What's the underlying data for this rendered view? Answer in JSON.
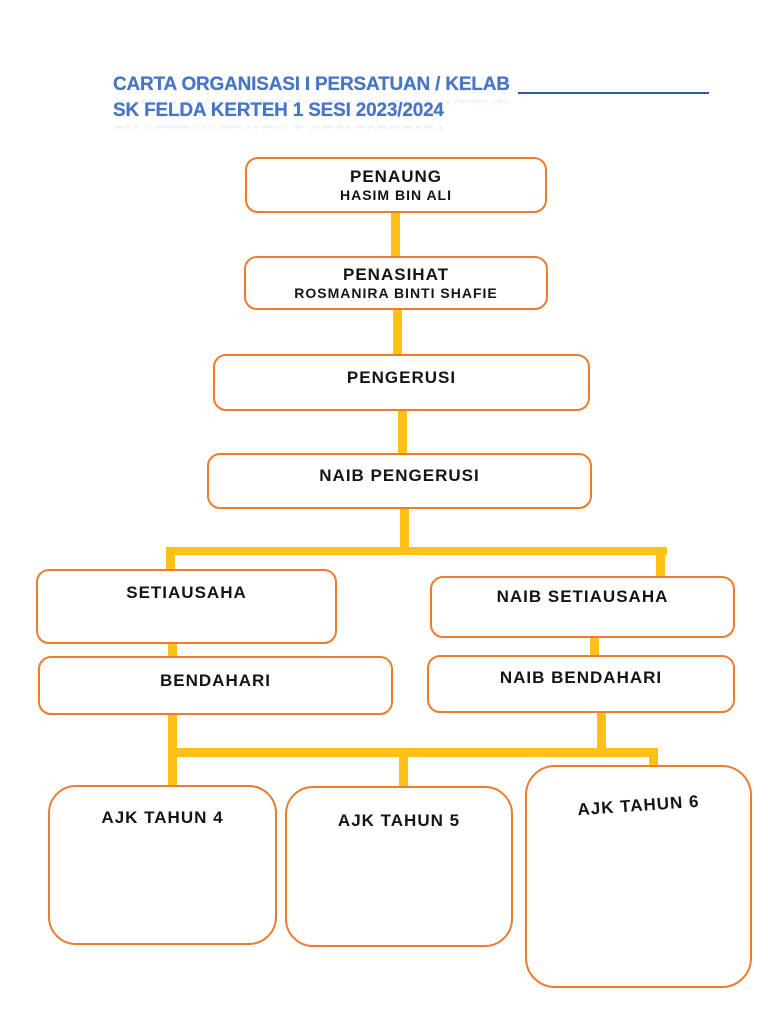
{
  "page": {
    "background_color": "#ffffff"
  },
  "title": {
    "line1": "CARTA ORGANISASI I PERSATUAN / KELAB",
    "line2": "SK FELDA KERTEH 1 SESI 2023/2024",
    "text_color": "#4876C6",
    "underline_color": "#2E5AA8"
  },
  "org_chart": {
    "box_border_color": "#EE7C2E",
    "box_fill_color": "#ffffff",
    "connector_color": "#FFC117",
    "label_color": "#141414",
    "nodes": [
      {
        "id": "penaung",
        "title": "PENAUNG",
        "name": "HASIM BIN ALI"
      },
      {
        "id": "penasihat",
        "title": "PENASIHAT",
        "name": "ROSMANIRA BINTI SHAFIE"
      },
      {
        "id": "pengerusi",
        "title": "PENGERUSI",
        "name": ""
      },
      {
        "id": "naib-pengerusi",
        "title": "NAIB PENGERUSI",
        "name": ""
      },
      {
        "id": "setiausaha",
        "title": "SETIAUSAHA",
        "name": ""
      },
      {
        "id": "naib-setiausaha",
        "title": "NAIB SETIAUSAHA",
        "name": ""
      },
      {
        "id": "bendahari",
        "title": "BENDAHARI",
        "name": ""
      },
      {
        "id": "naib-bendahari",
        "title": "NAIB BENDAHARI",
        "name": ""
      },
      {
        "id": "ajk-tahun-4",
        "title": "AJK TAHUN 4",
        "name": ""
      },
      {
        "id": "ajk-tahun-5",
        "title": "AJK TAHUN 5",
        "name": ""
      },
      {
        "id": "ajk-tahun-6",
        "title": "AJK TAHUN 6",
        "name": ""
      }
    ]
  }
}
